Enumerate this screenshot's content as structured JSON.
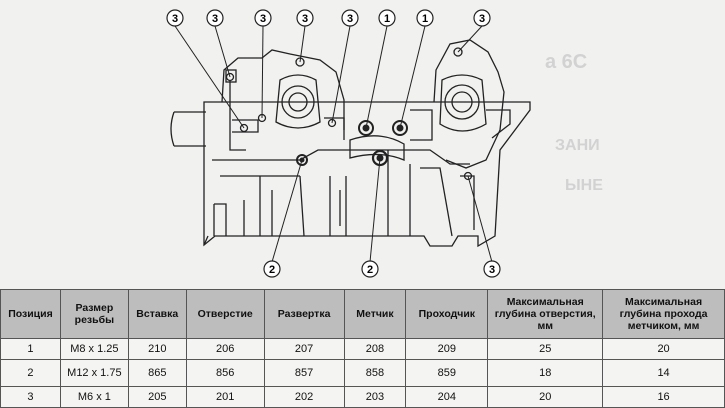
{
  "callouts": [
    "3",
    "3",
    "3",
    "3",
    "3",
    "1",
    "1",
    "3",
    "2",
    "2",
    "3"
  ],
  "table": {
    "headers": [
      "Позиция",
      "Размер резьбы",
      "Вставка",
      "Отверстие",
      "Развертка",
      "Метчик",
      "Проходчик",
      "Максимальная глубина отверстия, мм",
      "Максимальная глубина прохода метчиком, мм"
    ],
    "rows": [
      [
        "1",
        "M8 x 1.25",
        "210",
        "206",
        "207",
        "208",
        "209",
        "25",
        "20"
      ],
      [
        "2",
        "M12 x 1.75",
        "865",
        "856",
        "857",
        "858",
        "859",
        "18",
        "14"
      ],
      [
        "3",
        "M6 x 1",
        "205",
        "201",
        "202",
        "203",
        "204",
        "20",
        "16"
      ]
    ]
  },
  "colors": {
    "background": "#f1f1f0",
    "line": "#222222",
    "header_fill": "#bdbdbd"
  }
}
